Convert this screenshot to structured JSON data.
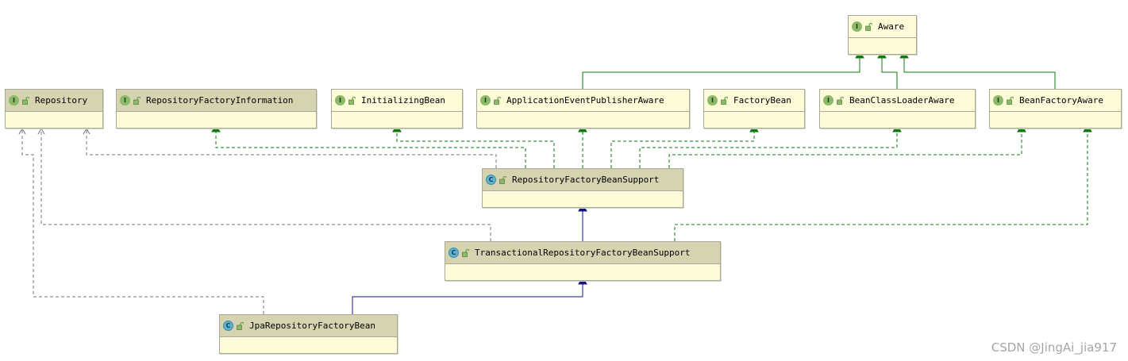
{
  "nodes": [
    {
      "id": "aware",
      "name": "Aware",
      "kind": "interface"
    },
    {
      "id": "repository",
      "name": "Repository",
      "kind": "interface"
    },
    {
      "id": "repo_factory_info",
      "name": "RepositoryFactoryInformation",
      "kind": "interface"
    },
    {
      "id": "initializing_bean",
      "name": "InitializingBean",
      "kind": "interface"
    },
    {
      "id": "app_event_publisher_aware",
      "name": "ApplicationEventPublisherAware",
      "kind": "interface"
    },
    {
      "id": "factory_bean",
      "name": "FactoryBean",
      "kind": "interface"
    },
    {
      "id": "bean_classloader_aware",
      "name": "BeanClassLoaderAware",
      "kind": "interface"
    },
    {
      "id": "bean_factory_aware",
      "name": "BeanFactoryAware",
      "kind": "interface"
    },
    {
      "id": "repo_factory_bean_support",
      "name": "RepositoryFactoryBeanSupport",
      "kind": "class"
    },
    {
      "id": "tx_repo_factory_bean_support",
      "name": "TransactionalRepositoryFactoryBeanSupport",
      "kind": "class"
    },
    {
      "id": "jpa_repo_factory_bean",
      "name": "JpaRepositoryFactoryBean",
      "kind": "class"
    }
  ],
  "badges": {
    "interface": "I",
    "class": "C"
  },
  "edges": [
    {
      "from": "app_event_publisher_aware",
      "to": "aware",
      "type": "extends"
    },
    {
      "from": "bean_classloader_aware",
      "to": "aware",
      "type": "extends"
    },
    {
      "from": "bean_factory_aware",
      "to": "aware",
      "type": "extends"
    },
    {
      "from": "repo_factory_bean_support",
      "to": "repository",
      "type": "uses"
    },
    {
      "from": "repo_factory_bean_support",
      "to": "repo_factory_info",
      "type": "implements"
    },
    {
      "from": "repo_factory_bean_support",
      "to": "initializing_bean",
      "type": "implements"
    },
    {
      "from": "repo_factory_bean_support",
      "to": "app_event_publisher_aware",
      "type": "implements"
    },
    {
      "from": "repo_factory_bean_support",
      "to": "factory_bean",
      "type": "implements"
    },
    {
      "from": "repo_factory_bean_support",
      "to": "bean_classloader_aware",
      "type": "implements"
    },
    {
      "from": "repo_factory_bean_support",
      "to": "bean_factory_aware",
      "type": "implements"
    },
    {
      "from": "tx_repo_factory_bean_support",
      "to": "repo_factory_bean_support",
      "type": "class-extends"
    },
    {
      "from": "tx_repo_factory_bean_support",
      "to": "repository",
      "type": "uses"
    },
    {
      "from": "tx_repo_factory_bean_support",
      "to": "bean_factory_aware",
      "type": "implements"
    },
    {
      "from": "jpa_repo_factory_bean",
      "to": "tx_repo_factory_bean_support",
      "type": "class-extends"
    },
    {
      "from": "jpa_repo_factory_bean",
      "to": "repository",
      "type": "uses"
    }
  ],
  "colors": {
    "node_fill": "#fefbd8",
    "header_selected": "#d6d3b0",
    "interface_edge": "#0f7a0f",
    "class_edge": "#151580",
    "use_edge": "#777777"
  },
  "watermark": "CSDN @JingAi_jia917"
}
